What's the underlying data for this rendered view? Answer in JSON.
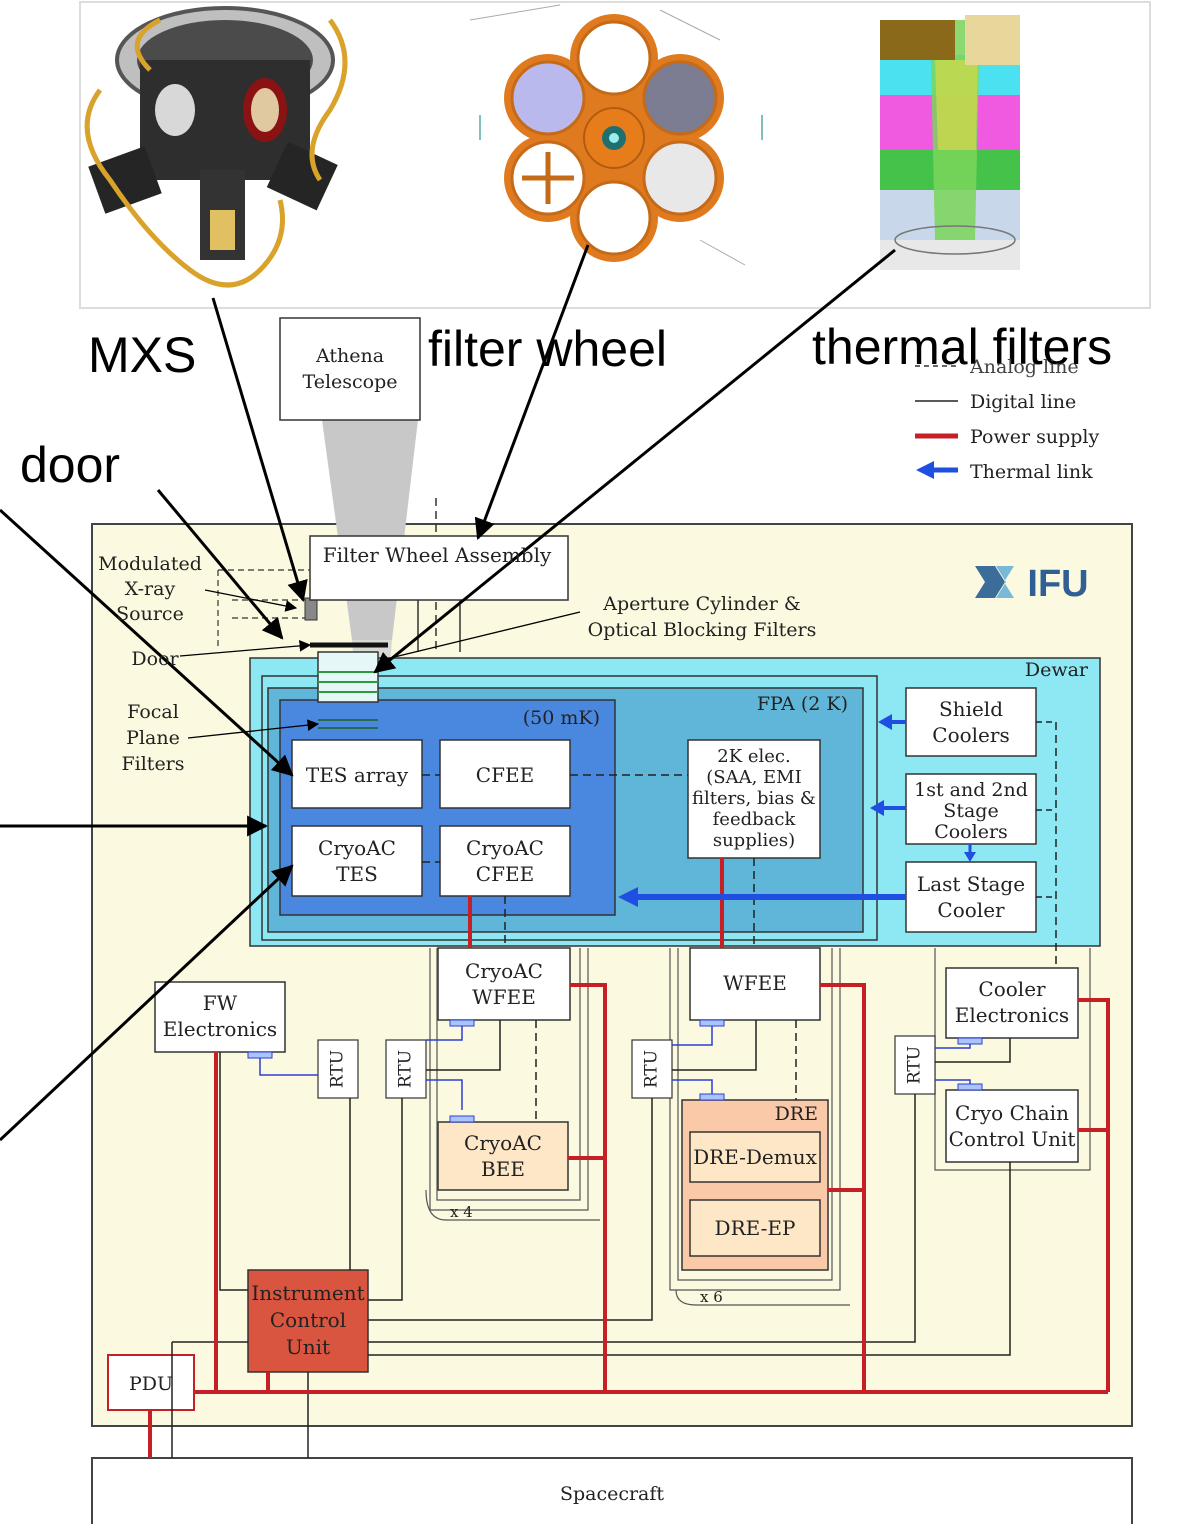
{
  "callouts": {
    "mxs": "MXS",
    "filter_wheel": "filter wheel",
    "thermal_filters": "thermal filters",
    "door": "door"
  },
  "legend": {
    "analog": "Analog line",
    "digital": "Digital line",
    "power": "Power supply",
    "thermal": "Thermal link"
  },
  "diagram": {
    "athena_telescope": [
      "Athena",
      "Telescope"
    ],
    "filter_wheel_assembly": "Filter Wheel Assembly",
    "mxs_label": [
      "Modulated",
      "X-ray",
      "Source"
    ],
    "door_label": "Door",
    "focal_plane_filters": [
      "Focal",
      "Plane",
      "Filters"
    ],
    "aperture": [
      "Aperture Cylinder &",
      "Optical Blocking Filters"
    ],
    "logo": "IFU",
    "dewar": "Dewar",
    "fpa": "FPA (2 K)",
    "mk50": "(50 mK)",
    "tes_array": "TES array",
    "cfee": "CFEE",
    "cryoac_tes": [
      "CryoAC",
      "TES"
    ],
    "cryoac_cfee": [
      "CryoAC",
      "CFEE"
    ],
    "elec2k": [
      "2K elec.",
      "(SAA, EMI",
      "filters, bias &",
      "feedback",
      "supplies)"
    ],
    "shield_coolers": [
      "Shield",
      "Coolers"
    ],
    "stage_coolers": [
      "1st and 2nd",
      "Stage",
      "Coolers"
    ],
    "last_stage": [
      "Last Stage",
      "Cooler"
    ],
    "fw_electronics": [
      "FW",
      "Electronics"
    ],
    "cryoac_wfee": [
      "CryoAC",
      "WFEE"
    ],
    "wfee": "WFEE",
    "cooler_electronics": [
      "Cooler",
      "Electronics"
    ],
    "rtu": "RTU",
    "cryoac_bee": [
      "CryoAC",
      "BEE"
    ],
    "dre": "DRE",
    "dre_demux": "DRE-Demux",
    "dre_ep": "DRE-EP",
    "cryo_chain": [
      "Cryo Chain",
      "Control Unit"
    ],
    "x4": "x 4",
    "x6": "x 6",
    "icu": [
      "Instrument",
      "Control",
      "Unit"
    ],
    "pdu": "PDU",
    "spacecraft": "Spacecraft"
  },
  "colors": {
    "power": "#c62026",
    "thermal": "#1f4fe0",
    "dewar": "#8de8f4",
    "fpa": "#5fb6d8",
    "mk50": "#4a88e0",
    "outer": "#fbf9df",
    "icu": "#d9553f",
    "warm_box": "#fde7c7",
    "dre_box": "#f9c9a8",
    "orange": "#e07a1f"
  }
}
